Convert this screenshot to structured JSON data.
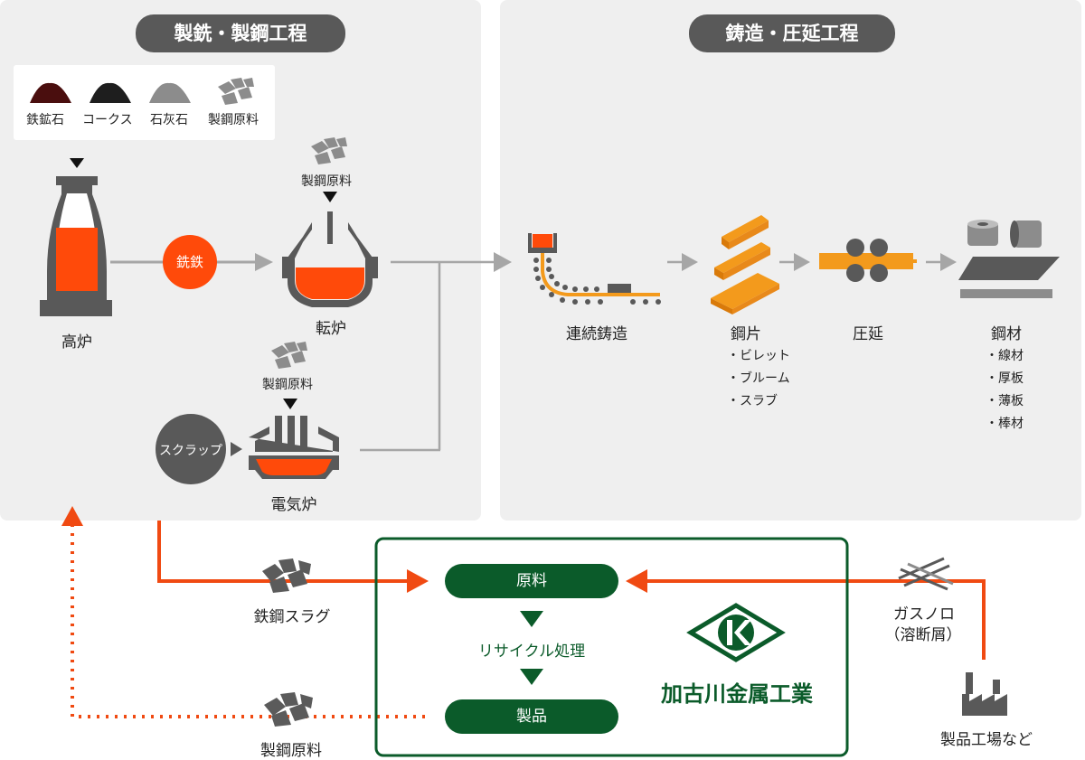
{
  "sections": {
    "ironmaking_title": "製銑・製鋼工程",
    "casting_title": "鋳造・圧延工程"
  },
  "raw_materials": [
    {
      "label": "鉄鉱石",
      "icon": "iron-ore-icon",
      "color": "#4a0e0e"
    },
    {
      "label": "コークス",
      "icon": "coke-icon",
      "color": "#1e1e1e"
    },
    {
      "label": "石灰石",
      "icon": "limestone-icon",
      "color": "#8c8c8c"
    },
    {
      "label": "製鋼原料",
      "icon": "scrap-material-icon",
      "color": "#8c8c8c"
    }
  ],
  "left_process": {
    "blast_furnace": "高炉",
    "pig_iron": "銑鉄",
    "converter_input": "製鋼原料",
    "converter": "転炉",
    "eaf_input": "製鋼原料",
    "scrap": "スクラップ",
    "eaf": "電気炉"
  },
  "right_process": {
    "continuous_casting": "連続鋳造",
    "semi_finished": "鋼片",
    "semi_finished_items": [
      "・ビレット",
      "・ブルーム",
      "・スラブ"
    ],
    "rolling": "圧延",
    "steel_products": "鋼材",
    "steel_products_items": [
      "・線材",
      "・厚板",
      "・薄板",
      "・棒材"
    ]
  },
  "recycling": {
    "slag": "鉄鋼スラグ",
    "raw_material": "原料",
    "process": "リサイクル処理",
    "product": "製品",
    "return_material": "製鋼原料",
    "gas_slag_line1": "ガスノロ",
    "gas_slag_line2": "（溶断屑）",
    "factories": "製品工場など",
    "company": "加古川金属工業"
  },
  "colors": {
    "accent_orange": "#f04a12",
    "molten": "#ff4a0a",
    "brand_green": "#0b5b2a",
    "panel_gray": "#efefef",
    "pill_gray": "#595959",
    "arrow_gray": "#a6a6a6"
  }
}
